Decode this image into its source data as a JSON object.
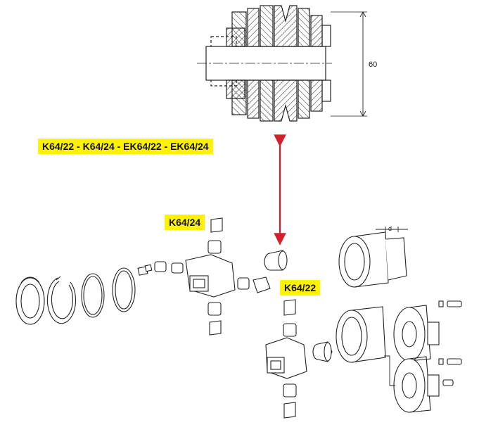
{
  "labels": {
    "main": "K64/22 - K64/24 - EK64/22 - EK64/24",
    "k6424": "K64/24",
    "k6422": "K64/22"
  },
  "dimensions": {
    "height": "60",
    "d": "d"
  },
  "colors": {
    "label_bg": "#fff200",
    "arrow": "#d21f2b",
    "line": "#222222"
  }
}
